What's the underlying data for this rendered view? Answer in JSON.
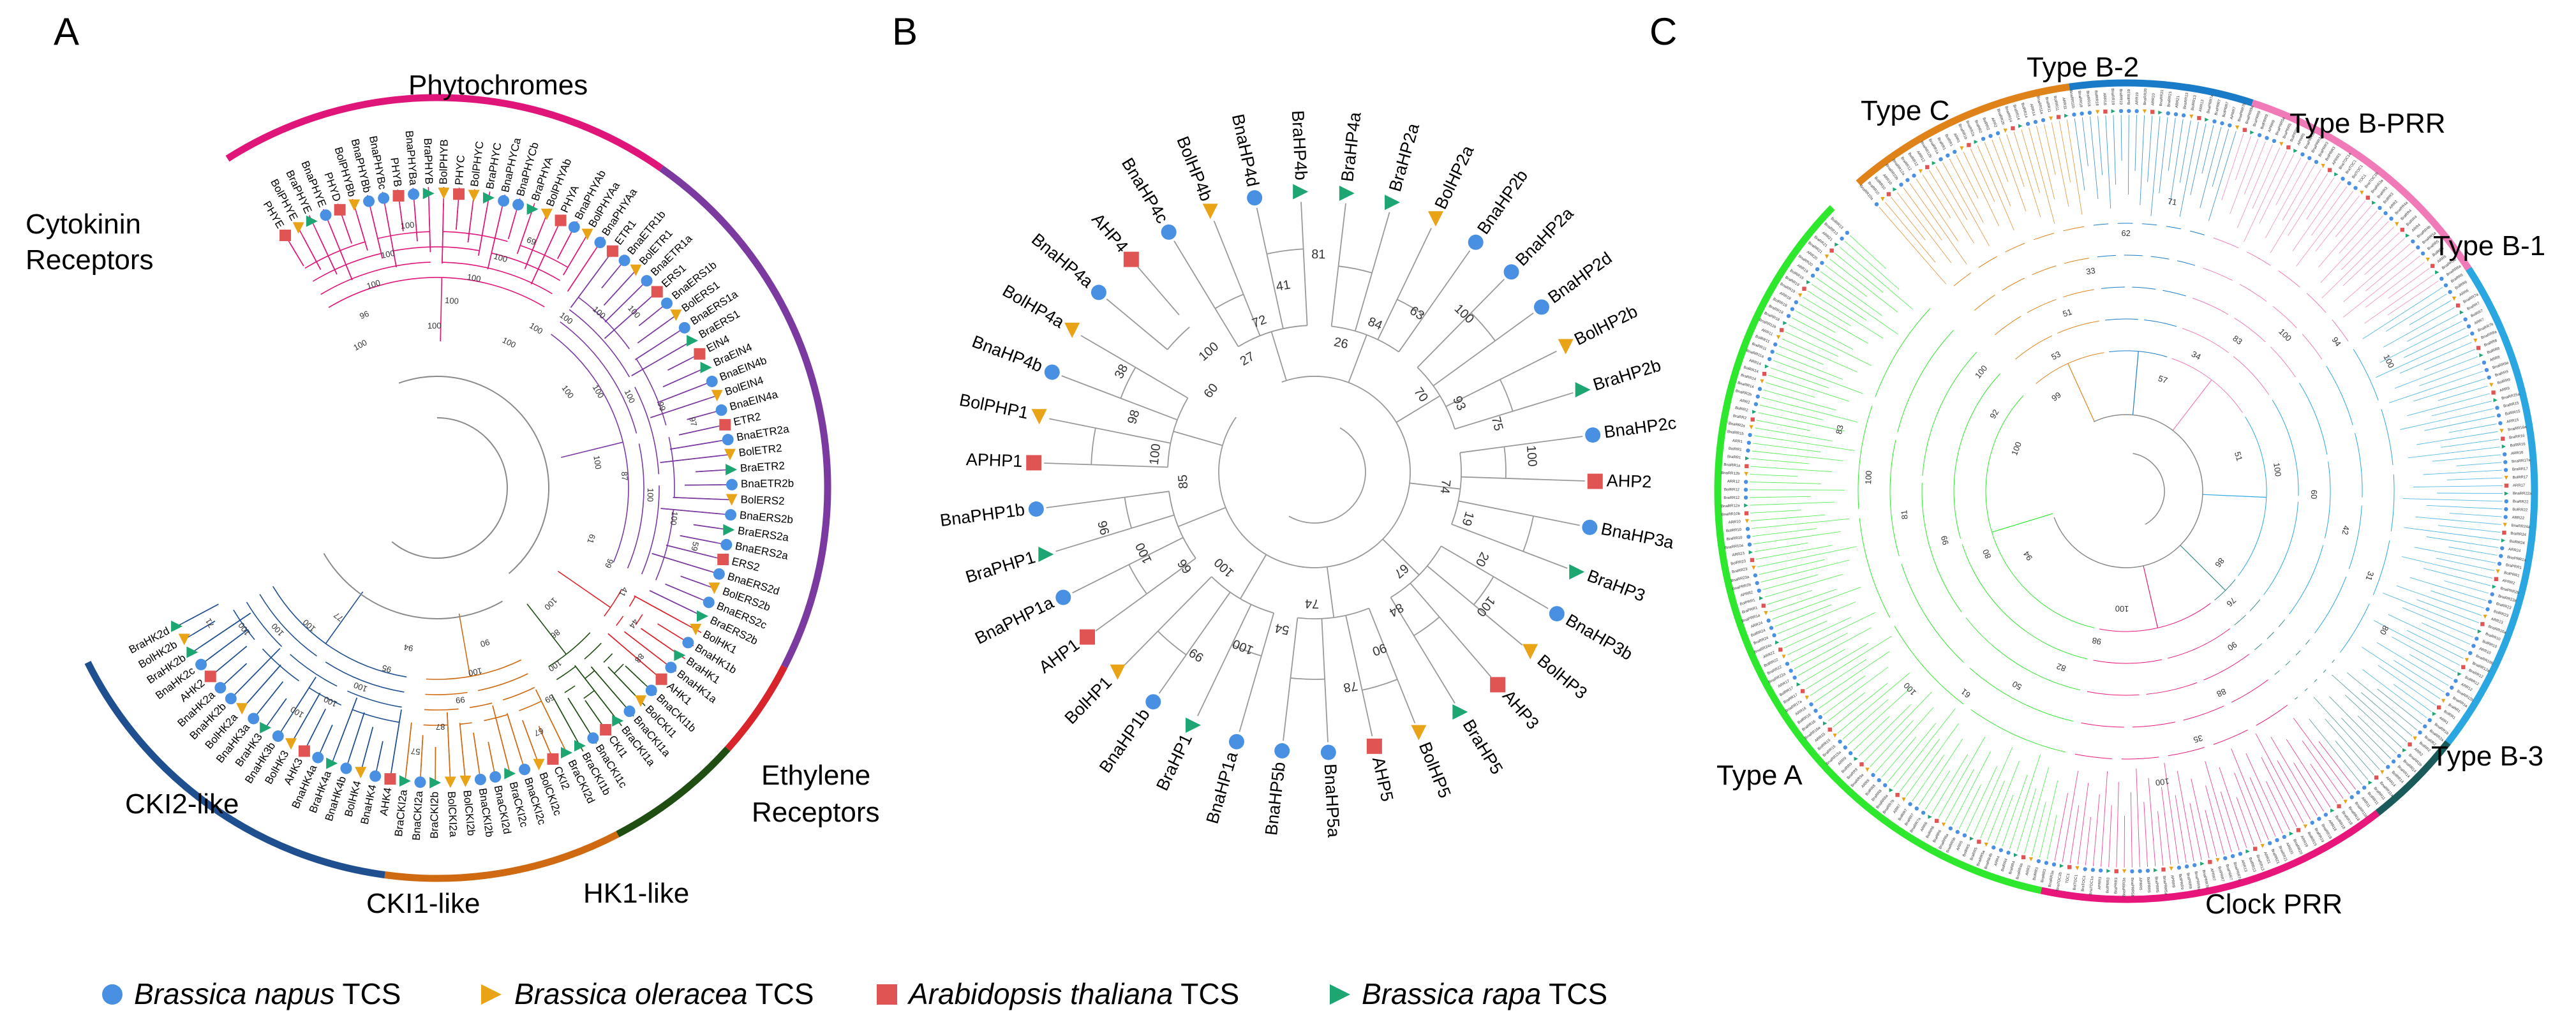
{
  "colors": {
    "napus": "#4a90e2",
    "oleracea": "#e8a317",
    "thaliana": "#e05454",
    "rapa": "#1ea672",
    "phyto": "#e0157a",
    "ethylene": "#7b3aa0",
    "hk1": "#d8252b",
    "cki1": "#1f4d12",
    "cki2": "#d06a12",
    "cyto": "#1f4f8f",
    "typeC": "#e0821a",
    "typeB2": "#1a7bc8",
    "typeBPRR": "#f07ab8",
    "typeB1": "#2aa7e0",
    "typeB3": "#1a5a5a",
    "clockPRR": "#e8167a",
    "typeA": "#2ee82e",
    "branch": "#999999"
  },
  "panels": {
    "a": {
      "letter": "A",
      "clades": {
        "phytochromes": "Phytochromes",
        "ethylene_l1": "Ethylene",
        "ethylene_l2": "Receptors",
        "hk1": "HK1-like",
        "cki1": "CKI1-like",
        "cki2": "CKI2-like",
        "cyto_l1": "Cytokinin",
        "cyto_l2": "Receptors"
      },
      "leaves": [
        {
          "name": "PHYE",
          "sp": "thaliana",
          "g": "phyto"
        },
        {
          "name": "BolPHYE",
          "sp": "oleracea",
          "g": "phyto"
        },
        {
          "name": "BraPHYE",
          "sp": "rapa",
          "g": "phyto"
        },
        {
          "name": "BnaPHYE",
          "sp": "napus",
          "g": "phyto"
        },
        {
          "name": "PHYD",
          "sp": "thaliana",
          "g": "phyto"
        },
        {
          "name": "BolPHYBb",
          "sp": "oleracea",
          "g": "phyto"
        },
        {
          "name": "BnaPHYBb",
          "sp": "napus",
          "g": "phyto"
        },
        {
          "name": "BnaPHYBc",
          "sp": "napus",
          "g": "phyto"
        },
        {
          "name": "PHYB",
          "sp": "thaliana",
          "g": "phyto"
        },
        {
          "name": "BnaPHYBa",
          "sp": "napus",
          "g": "phyto"
        },
        {
          "name": "BraPHYB",
          "sp": "rapa",
          "g": "phyto"
        },
        {
          "name": "BolPHYB",
          "sp": "oleracea",
          "g": "phyto"
        },
        {
          "name": "PHYC",
          "sp": "thaliana",
          "g": "phyto"
        },
        {
          "name": "BolPHYC",
          "sp": "oleracea",
          "g": "phyto"
        },
        {
          "name": "BraPHYC",
          "sp": "rapa",
          "g": "phyto"
        },
        {
          "name": "BnaPHYCa",
          "sp": "napus",
          "g": "phyto"
        },
        {
          "name": "BnaPHYCb",
          "sp": "napus",
          "g": "phyto"
        },
        {
          "name": "BraPHYA",
          "sp": "rapa",
          "g": "phyto"
        },
        {
          "name": "BolPHYAb",
          "sp": "oleracea",
          "g": "phyto"
        },
        {
          "name": "PHYA",
          "sp": "thaliana",
          "g": "phyto"
        },
        {
          "name": "BnaPHYAb",
          "sp": "napus",
          "g": "phyto"
        },
        {
          "name": "BolPHYAa",
          "sp": "oleracea",
          "g": "phyto"
        },
        {
          "name": "BnaPHYAa",
          "sp": "napus",
          "g": "phyto"
        },
        {
          "name": "ETR1",
          "sp": "thaliana",
          "g": "eth"
        },
        {
          "name": "BnaETR1b",
          "sp": "napus",
          "g": "eth"
        },
        {
          "name": "BolETR1",
          "sp": "oleracea",
          "g": "eth"
        },
        {
          "name": "BnaETR1a",
          "sp": "napus",
          "g": "eth"
        },
        {
          "name": "ERS1",
          "sp": "thaliana",
          "g": "eth"
        },
        {
          "name": "BnaERS1b",
          "sp": "napus",
          "g": "eth"
        },
        {
          "name": "BolERS1",
          "sp": "oleracea",
          "g": "eth"
        },
        {
          "name": "BnaERS1a",
          "sp": "napus",
          "g": "eth"
        },
        {
          "name": "BraERS1",
          "sp": "rapa",
          "g": "eth"
        },
        {
          "name": "EIN4",
          "sp": "thaliana",
          "g": "eth"
        },
        {
          "name": "BraEIN4",
          "sp": "rapa",
          "g": "eth"
        },
        {
          "name": "BnaEIN4b",
          "sp": "napus",
          "g": "eth"
        },
        {
          "name": "BolEIN4",
          "sp": "oleracea",
          "g": "eth"
        },
        {
          "name": "BnaEIN4a",
          "sp": "napus",
          "g": "eth"
        },
        {
          "name": "ETR2",
          "sp": "thaliana",
          "g": "eth"
        },
        {
          "name": "BnaETR2a",
          "sp": "napus",
          "g": "eth"
        },
        {
          "name": "BolETR2",
          "sp": "oleracea",
          "g": "eth"
        },
        {
          "name": "BraETR2",
          "sp": "rapa",
          "g": "eth"
        },
        {
          "name": "BnaETR2b",
          "sp": "napus",
          "g": "eth"
        },
        {
          "name": "BolERS2",
          "sp": "oleracea",
          "g": "eth"
        },
        {
          "name": "BnaERS2b",
          "sp": "napus",
          "g": "eth"
        },
        {
          "name": "BraERS2a",
          "sp": "rapa",
          "g": "eth"
        },
        {
          "name": "BnaERS2a",
          "sp": "napus",
          "g": "eth"
        },
        {
          "name": "ERS2",
          "sp": "thaliana",
          "g": "eth"
        },
        {
          "name": "BnaERS2d",
          "sp": "napus",
          "g": "eth"
        },
        {
          "name": "BolERS2b",
          "sp": "oleracea",
          "g": "eth"
        },
        {
          "name": "BnaERS2c",
          "sp": "napus",
          "g": "eth"
        },
        {
          "name": "BraERS2b",
          "sp": "rapa",
          "g": "eth"
        },
        {
          "name": "BolHK1",
          "sp": "oleracea",
          "g": "hk1"
        },
        {
          "name": "BnaHK1b",
          "sp": "napus",
          "g": "hk1"
        },
        {
          "name": "BraHK1",
          "sp": "rapa",
          "g": "hk1"
        },
        {
          "name": "BnaHK1a",
          "sp": "napus",
          "g": "hk1"
        },
        {
          "name": "AHK1",
          "sp": "thaliana",
          "g": "hk1"
        },
        {
          "name": "BnaCKI1b",
          "sp": "napus",
          "g": "cki1"
        },
        {
          "name": "BolCKI1",
          "sp": "oleracea",
          "g": "cki1"
        },
        {
          "name": "BnaCKI1a",
          "sp": "napus",
          "g": "cki1"
        },
        {
          "name": "BraCKI1a",
          "sp": "rapa",
          "g": "cki1"
        },
        {
          "name": "CKI1",
          "sp": "thaliana",
          "g": "cki1"
        },
        {
          "name": "BnaCKI1c",
          "sp": "napus",
          "g": "cki1"
        },
        {
          "name": "BraCKI1b",
          "sp": "rapa",
          "g": "cki1"
        },
        {
          "name": "BraCKI2d",
          "sp": "rapa",
          "g": "cki2"
        },
        {
          "name": "CKI2",
          "sp": "thaliana",
          "g": "cki2"
        },
        {
          "name": "BolCKI2c",
          "sp": "oleracea",
          "g": "cki2"
        },
        {
          "name": "BnaCKI2c",
          "sp": "napus",
          "g": "cki2"
        },
        {
          "name": "BraCKI2c",
          "sp": "rapa",
          "g": "cki2"
        },
        {
          "name": "BnaCKI2d",
          "sp": "napus",
          "g": "cki2"
        },
        {
          "name": "BnaCKI2b",
          "sp": "napus",
          "g": "cki2"
        },
        {
          "name": "BolCKI2b",
          "sp": "oleracea",
          "g": "cki2"
        },
        {
          "name": "BolCKI2a",
          "sp": "oleracea",
          "g": "cki2"
        },
        {
          "name": "BraCKI2b",
          "sp": "rapa",
          "g": "cki2"
        },
        {
          "name": "BnaCKI2a",
          "sp": "napus",
          "g": "cki2"
        },
        {
          "name": "BraCKI2a",
          "sp": "rapa",
          "g": "cki2"
        },
        {
          "name": "AHK4",
          "sp": "thaliana",
          "g": "cyto"
        },
        {
          "name": "BnaHK4",
          "sp": "napus",
          "g": "cyto"
        },
        {
          "name": "BolHK4",
          "sp": "oleracea",
          "g": "cyto"
        },
        {
          "name": "BnaHK4b",
          "sp": "napus",
          "g": "cyto"
        },
        {
          "name": "BraHK4a",
          "sp": "rapa",
          "g": "cyto"
        },
        {
          "name": "BnaHK4a",
          "sp": "napus",
          "g": "cyto"
        },
        {
          "name": "AHK3",
          "sp": "thaliana",
          "g": "cyto"
        },
        {
          "name": "BolHK3",
          "sp": "oleracea",
          "g": "cyto"
        },
        {
          "name": "BnaHK3b",
          "sp": "napus",
          "g": "cyto"
        },
        {
          "name": "BraHK3",
          "sp": "rapa",
          "g": "cyto"
        },
        {
          "name": "BnaHK3a",
          "sp": "napus",
          "g": "cyto"
        },
        {
          "name": "BolHK2a",
          "sp": "oleracea",
          "g": "cyto"
        },
        {
          "name": "BnaHK2b",
          "sp": "napus",
          "g": "cyto"
        },
        {
          "name": "BnaHK2a",
          "sp": "napus",
          "g": "cyto"
        },
        {
          "name": "AHK2",
          "sp": "thaliana",
          "g": "cyto"
        },
        {
          "name": "BnaHK2c",
          "sp": "napus",
          "g": "cyto"
        },
        {
          "name": "BraHK2b",
          "sp": "rapa",
          "g": "cyto"
        },
        {
          "name": "BolHK2b",
          "sp": "oleracea",
          "g": "cyto"
        },
        {
          "name": "BraHK2d",
          "sp": "rapa",
          "g": "cyto"
        }
      ],
      "bootstrap": [
        "100",
        "96",
        "100",
        "100",
        "100",
        "100",
        "100",
        "100",
        "100",
        "69",
        "100",
        "100",
        "100",
        "100",
        "100",
        "100",
        "100",
        "100",
        "99",
        "97",
        "100",
        "87",
        "100",
        "100",
        "59",
        "61",
        "99",
        "41",
        "44",
        "88",
        "100",
        "86",
        "100",
        "69",
        "67",
        "90",
        "100",
        "99",
        "87",
        "57",
        "94",
        "95",
        "100",
        "100",
        "100",
        "77",
        "100",
        "100",
        "100",
        "71"
      ]
    },
    "b": {
      "letter": "B",
      "leaves": [
        {
          "name": "BnaHP4c",
          "sp": "napus"
        },
        {
          "name": "BolHP4b",
          "sp": "oleracea"
        },
        {
          "name": "BnaHP4d",
          "sp": "napus"
        },
        {
          "name": "BraHP4b",
          "sp": "rapa"
        },
        {
          "name": "BraHP4a",
          "sp": "rapa"
        },
        {
          "name": "BraHP2a",
          "sp": "rapa"
        },
        {
          "name": "BolHP2a",
          "sp": "oleracea"
        },
        {
          "name": "BnaHP2b",
          "sp": "napus"
        },
        {
          "name": "BnaHP2a",
          "sp": "napus"
        },
        {
          "name": "BnaHP2d",
          "sp": "napus"
        },
        {
          "name": "BolHP2b",
          "sp": "oleracea"
        },
        {
          "name": "BraHP2b",
          "sp": "rapa"
        },
        {
          "name": "BnaHP2c",
          "sp": "napus"
        },
        {
          "name": "AHP2",
          "sp": "thaliana"
        },
        {
          "name": "BnaHP3a",
          "sp": "napus"
        },
        {
          "name": "BraHP3",
          "sp": "rapa"
        },
        {
          "name": "BnaHP3b",
          "sp": "napus"
        },
        {
          "name": "BolHP3",
          "sp": "oleracea"
        },
        {
          "name": "AHP3",
          "sp": "thaliana"
        },
        {
          "name": "BraHP5",
          "sp": "rapa"
        },
        {
          "name": "BolHP5",
          "sp": "oleracea"
        },
        {
          "name": "AHP5",
          "sp": "thaliana"
        },
        {
          "name": "BnaHP5a",
          "sp": "napus"
        },
        {
          "name": "BnaHP5b",
          "sp": "napus"
        },
        {
          "name": "BnaHP1a",
          "sp": "napus"
        },
        {
          "name": "BraHP1",
          "sp": "rapa"
        },
        {
          "name": "BnaHP1b",
          "sp": "napus"
        },
        {
          "name": "BolHP1",
          "sp": "oleracea"
        },
        {
          "name": "AHP1",
          "sp": "thaliana"
        },
        {
          "name": "BnaPHP1a",
          "sp": "napus"
        },
        {
          "name": "BraPHP1",
          "sp": "rapa"
        },
        {
          "name": "BnaPHP1b",
          "sp": "napus"
        },
        {
          "name": "APHP1",
          "sp": "thaliana"
        },
        {
          "name": "BolPHP1",
          "sp": "oleracea"
        },
        {
          "name": "BnaHP4b",
          "sp": "napus"
        },
        {
          "name": "BolHP4a",
          "sp": "oleracea"
        },
        {
          "name": "BnaHP4a",
          "sp": "napus"
        },
        {
          "name": "AHP4",
          "sp": "thaliana"
        }
      ],
      "bootstrap": [
        "27",
        "72",
        "41",
        "81",
        "26",
        "84",
        "63",
        "100",
        "70",
        "93",
        "75",
        "100",
        "74",
        "19",
        "20",
        "100",
        "67",
        "84",
        "90",
        "78",
        "74",
        "54",
        "100",
        "99",
        "100",
        "66",
        "100",
        "96",
        "85",
        "100",
        "98",
        "38",
        "60",
        "100"
      ]
    },
    "c": {
      "letter": "C",
      "clades": {
        "typeC": "Type C",
        "typeB2": "Type B-2",
        "typeBPRR": "Type B-PRR",
        "typeB1": "Type B-1",
        "typeB3": "Type B-3",
        "clockPRR": "Clock PRR",
        "typeA": "Type A"
      },
      "leaf_names": [
        "BnaRR10a",
        "BraRR10",
        "BolRR10",
        "ARR10",
        "BnaRR10b",
        "BnaRR12a",
        "BraRR12",
        "BolRR12",
        "ARR12",
        "BnaRR12b",
        "BnaRR1a",
        "BraRR1",
        "BolRR1",
        "ARR1",
        "BnaRR1b",
        "BnaRR2a",
        "BraRR2",
        "BolRR2",
        "ARR2",
        "BnaRR2b",
        "BnaRR14",
        "BraRR14",
        "BolRR14",
        "ARR14",
        "BnaRR11a",
        "BraRR11",
        "BolRR11",
        "ARR11",
        "BnaRR11b",
        "BnaRR18",
        "BraRR18",
        "BolRR18",
        "ARR18",
        "BnaRR19",
        "BraRR19",
        "BolRR19",
        "ARR19",
        "BnaRR20",
        "ARR20",
        "BnaRR21",
        "BraRR21",
        "ARR21",
        "BnaRR13",
        "BolRR13",
        "ARR13",
        "BnaPRR7a",
        "BraPRR7",
        "BolPRR7",
        "APRR7",
        "BnaPRR7b",
        "BnaPRR9a",
        "BraPRR9",
        "BolPRR9",
        "APRR9",
        "BnaPRR5a",
        "BraPRR5",
        "BolPRR5",
        "APRR5",
        "BnaPRR5b",
        "BnaPRR3a",
        "BraPRR3",
        "BolPRR3",
        "APRR3",
        "BnaTOC1a",
        "BraTOC1",
        "BolTOC1",
        "TOC1",
        "BnaTOC1b",
        "BnaRR3a",
        "BraRR3",
        "BolRR3",
        "ARR3",
        "BnaRR4a",
        "BraRR4",
        "BolRR4",
        "ARR4",
        "BnaRR4b",
        "BnaRR5a",
        "BraRR5",
        "BolRR5",
        "ARR5",
        "BnaRR5b",
        "BnaRR6a",
        "BraRR6",
        "BolRR6",
        "ARR6",
        "BnaRR7a",
        "BraRR7",
        "BolRR7",
        "ARR7",
        "BnaRR7b",
        "BnaRR8a",
        "BraRR8",
        "BolRR8",
        "ARR8",
        "BnaRR9a",
        "BraRR9",
        "BolRR9",
        "ARR9",
        "BnaRR15a",
        "BraRR15",
        "BolRR15",
        "ARR15",
        "BnaRR16a",
        "BraRR16",
        "BolRR16",
        "ARR16",
        "BnaRR17a",
        "BraRR17",
        "BolRR17",
        "ARR17",
        "BnaRR22a",
        "BraRR22",
        "BolRR22",
        "ARR22",
        "BnaRR24a",
        "BraRR24",
        "BolRR24",
        "ARR24",
        "BnaPRR1a",
        "BraPRR1",
        "BolPRR1",
        "APRR2",
        "BnaPRR2b",
        "BnaRR23a",
        "BraRR23",
        "BolRR23",
        "ARR23"
      ],
      "bootstrap": [
        "99",
        "53",
        "51",
        "33",
        "62",
        "71",
        "57",
        "34",
        "83",
        "100",
        "94",
        "100",
        "51",
        "100",
        "60",
        "42",
        "31",
        "80",
        "86",
        "76",
        "90",
        "88",
        "35",
        "100",
        "100",
        "98",
        "82",
        "50",
        "61",
        "100",
        "94",
        "80",
        "99",
        "81",
        "100",
        "83",
        "100",
        "92",
        "100"
      ]
    }
  },
  "legend": [
    {
      "species": "napus",
      "genus": "Brassica napus",
      "suffix": " TCS"
    },
    {
      "species": "oleracea",
      "genus": "Brassica oleracea",
      "suffix": " TCS"
    },
    {
      "species": "thaliana",
      "genus": "Arabidopsis thaliana",
      "suffix": " TCS"
    },
    {
      "species": "rapa",
      "genus": "Brassica rapa",
      "suffix": " TCS"
    }
  ]
}
